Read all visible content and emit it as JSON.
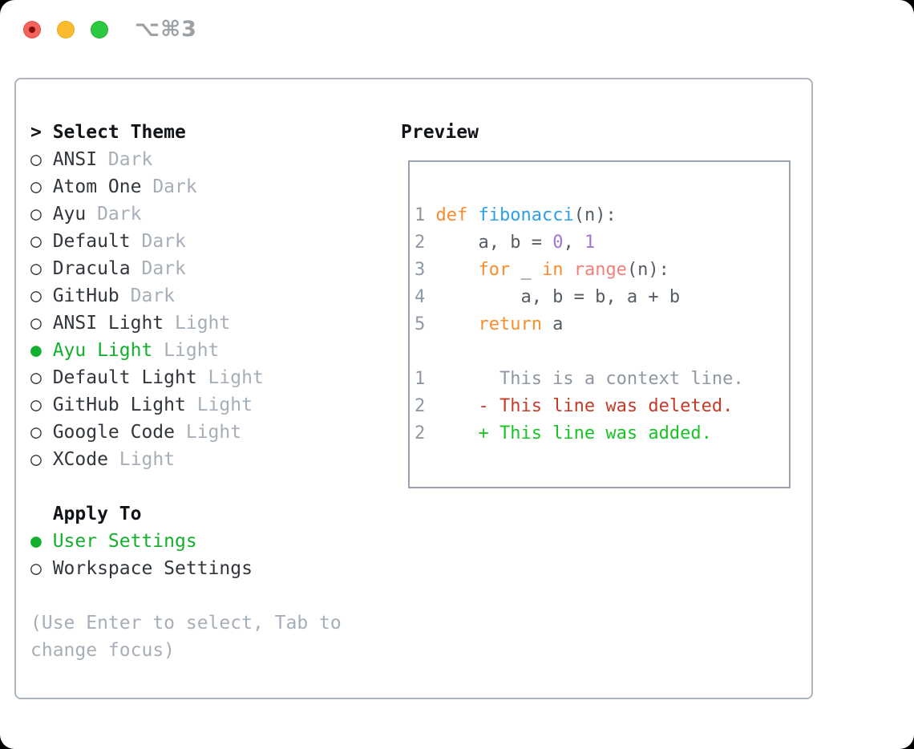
{
  "window": {
    "title": "⌥⌘3"
  },
  "theme_selector": {
    "header": {
      "marker": ">",
      "label": "Select Theme"
    },
    "themes": [
      {
        "marker": "○",
        "name": "ANSI",
        "variant": "Dark",
        "selected": false
      },
      {
        "marker": "○",
        "name": "Atom One",
        "variant": "Dark",
        "selected": false
      },
      {
        "marker": "○",
        "name": "Ayu",
        "variant": "Dark",
        "selected": false
      },
      {
        "marker": "○",
        "name": "Default",
        "variant": "Dark",
        "selected": false
      },
      {
        "marker": "○",
        "name": "Dracula",
        "variant": "Dark",
        "selected": false
      },
      {
        "marker": "○",
        "name": "GitHub",
        "variant": "Dark",
        "selected": false
      },
      {
        "marker": "○",
        "name": "ANSI Light",
        "variant": "Light",
        "selected": false
      },
      {
        "marker": "●",
        "name": "Ayu Light",
        "variant": "Light",
        "selected": true
      },
      {
        "marker": "○",
        "name": "Default Light",
        "variant": "Light",
        "selected": false
      },
      {
        "marker": "○",
        "name": "GitHub Light",
        "variant": "Light",
        "selected": false
      },
      {
        "marker": "○",
        "name": "Google Code",
        "variant": "Light",
        "selected": false
      },
      {
        "marker": "○",
        "name": "XCode",
        "variant": "Light",
        "selected": false
      }
    ],
    "apply_to": {
      "label": "Apply To",
      "options": [
        {
          "marker": "●",
          "name": "User Settings",
          "selected": true
        },
        {
          "marker": "○",
          "name": "Workspace Settings",
          "selected": false
        }
      ]
    },
    "hint_line1": "(Use Enter to select, Tab to",
    "hint_line2": "change focus)"
  },
  "preview": {
    "label": "Preview",
    "code_lines": [
      {
        "num": "1",
        "segs": [
          {
            "t": "def"
          },
          {
            "t": " "
          },
          {
            "t": "fibonacci"
          },
          {
            "t": "(n):"
          }
        ]
      },
      {
        "num": "2",
        "segs": [
          {
            "t": "    a, b = "
          },
          {
            "t": "0"
          },
          {
            "t": ", "
          },
          {
            "t": "1"
          }
        ]
      },
      {
        "num": "3",
        "segs": [
          {
            "t": "    for"
          },
          {
            "t": " _ "
          },
          {
            "t": "in"
          },
          {
            "t": " "
          },
          {
            "t": "range"
          },
          {
            "t": "(n):"
          }
        ]
      },
      {
        "num": "4",
        "segs": [
          {
            "t": "        a, b = b, a + b"
          }
        ]
      },
      {
        "num": "5",
        "segs": [
          {
            "t": "    return"
          },
          {
            "t": " a"
          }
        ]
      }
    ],
    "diff_lines": [
      {
        "num": "1",
        "text": "      This is a context line."
      },
      {
        "num": "2",
        "text": "    - This line was deleted."
      },
      {
        "num": "2",
        "text": "    + This line was added."
      }
    ]
  },
  "colors": {
    "accent_green": "#12b02c",
    "muted": "#a6aeb8",
    "text_dark": "#31363d",
    "heading": "#101317",
    "code_fg": "#555c64",
    "line_number": "#8f98a2",
    "kw_orange": "#f98d2e",
    "fn_blue": "#2d9fe6",
    "num_purple": "#a375cf",
    "builtin_coral": "#f2807a",
    "diff_red": "#c43b28",
    "diff_green": "#17c423",
    "panel_border": "#adb4bd",
    "preview_border": "#9aa3ad",
    "traffic_red": "#f5615c",
    "traffic_yellow": "#fcbb2d",
    "traffic_green": "#2bc840",
    "title_gray": "#9aa0a4"
  }
}
